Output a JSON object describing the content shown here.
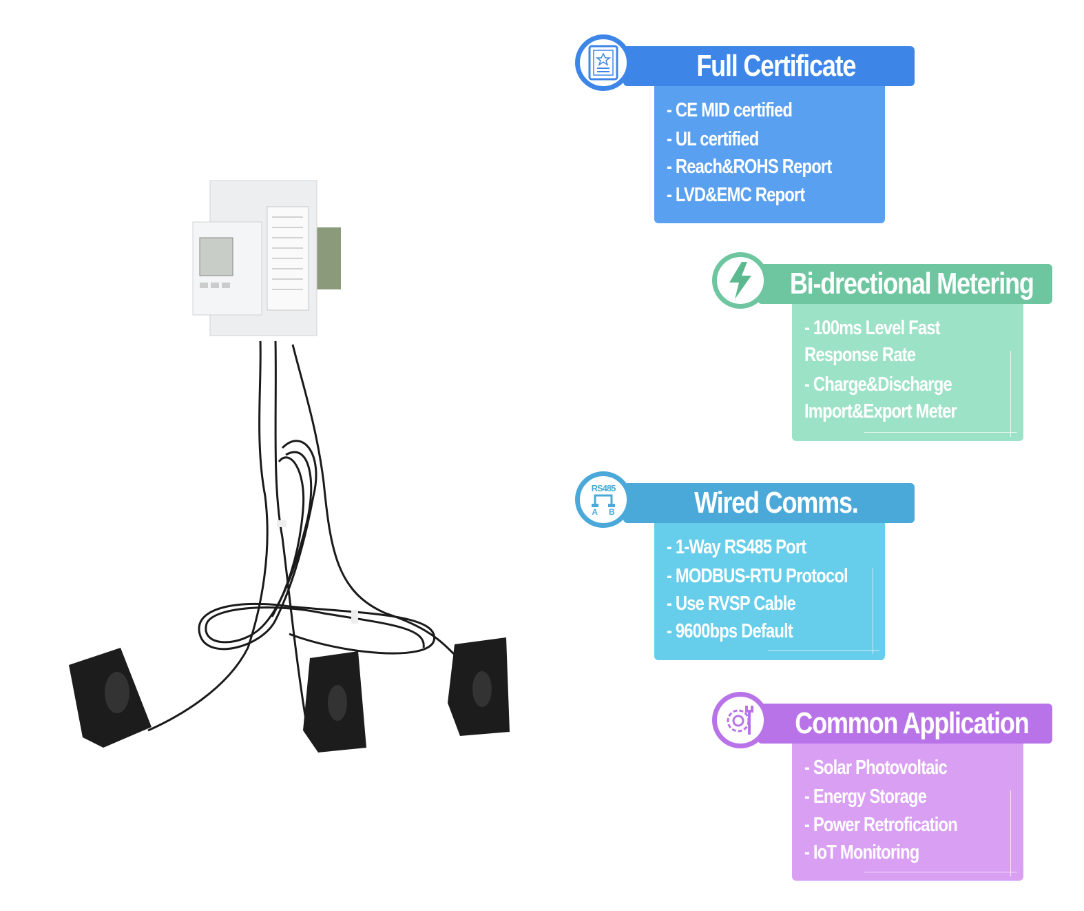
{
  "cards": [
    {
      "title": "Full Certificate",
      "icon": "certificate-icon",
      "header_color": "#3d86e8",
      "body_color": "#5aa0f0",
      "lines": [
        "- CE MID certified",
        "- UL certified",
        "- Reach&ROHS Report",
        "- LVD&EMC Report"
      ]
    },
    {
      "title": "Bi-drectional Metering",
      "icon": "lightning-icon",
      "header_color": "#6ec6a0",
      "body_color": "#9ce2c6",
      "lines": [
        "- 100ms Level Fast",
        "Response Rate",
        "- Charge&Discharge",
        "Import&Export Meter"
      ]
    },
    {
      "title": "Wired Comms.",
      "icon": "rs485-icon",
      "header_color": "#4aa9d9",
      "body_color": "#66cdea",
      "icon_text": "RS485",
      "icon_a": "A",
      "icon_b": "B",
      "lines": [
        "- 1-Way RS485 Port",
        "- MODBUS-RTU Protocol",
        "- Use RVSP Cable",
        "- 9600bps Default"
      ]
    },
    {
      "title": "Common Application",
      "icon": "gear-wrench-icon",
      "header_color": "#b873e9",
      "body_color": "#d99ff3",
      "lines": [
        "- Solar Photovoltaic",
        "- Energy Storage",
        "- Power Retrofication",
        "- IoT Monitoring"
      ]
    }
  ]
}
